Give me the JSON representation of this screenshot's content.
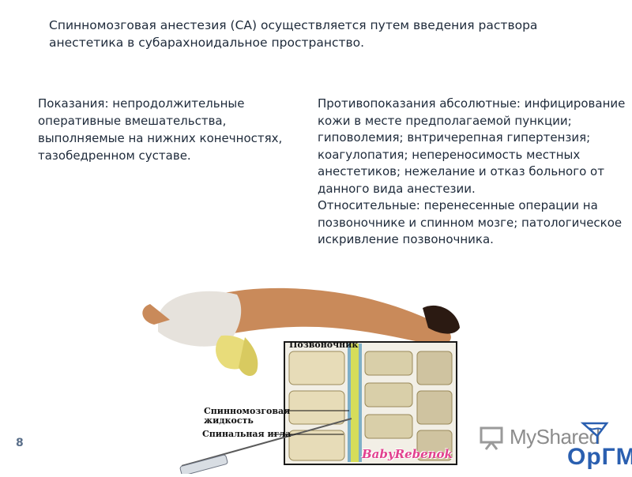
{
  "slide": {
    "title": "Спинномозговая анестезия (СА) осуществляется путем введения раствора анестетика в субарахноидальное пространство.",
    "indications": "Показания: непродолжительные оперативные вмешательства, выполняемые на нижних конечностях, тазобедренном суставе.",
    "contraindications_absolute": "Противопоказания абсолютные: инфицирование кожи в месте предполагаемой пункции; гиповолемия; внтричерепная гипертензия; коагулопатия; непереносимость местных анестетиков; нежелание и отказ больного от данного вида анестезии.",
    "contraindications_relative": "Относительные: перенесенные операции на позвоночнике и спинном мозге; патологическое искривление позвоночника.",
    "page_number": "8"
  },
  "figure": {
    "label_spine": "Позвоночник",
    "label_csf": "Спинномозговая жидкость",
    "label_needle": "Спинальная игла",
    "brand": "BabyRebenok"
  },
  "watermark": {
    "text": "MyShared"
  },
  "logo": {
    "text": "ОрГМУ"
  },
  "colors": {
    "text": "#1e2a3a",
    "logo_blue": "#2a5fb0",
    "brand_pink": "#e2418f"
  }
}
